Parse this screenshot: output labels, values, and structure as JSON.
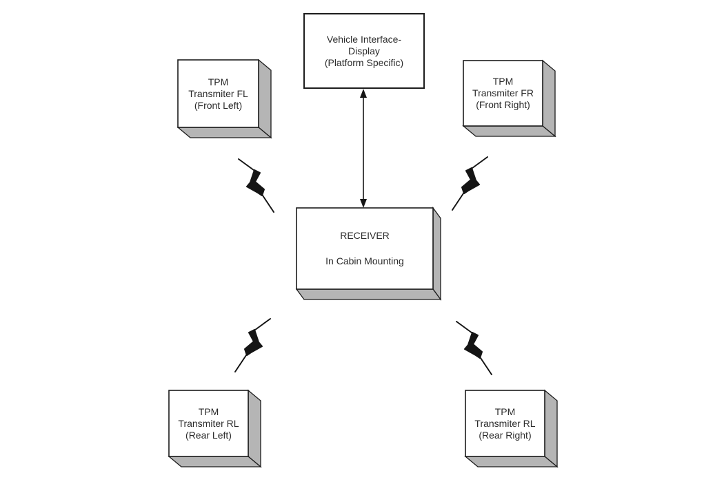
{
  "colors": {
    "background": "#ffffff",
    "box-fill": "#ffffff",
    "box-border": "#1c1c1c",
    "shadow-fill": "#b5b5b5",
    "line": "#151515",
    "text": "#2b2b2b"
  },
  "nodes": {
    "vehicle_interface_display": {
      "label": "Vehicle Interface-\nDisplay\n(Platform Specific)"
    },
    "receiver": {
      "title": "RECEIVER",
      "subtitle": "In Cabin Mounting"
    },
    "tpm_front_left": {
      "label": "TPM\nTransmiter FL\n(Front Left)"
    },
    "tpm_front_right": {
      "label": "TPM\nTransmiter FR\n(Front Right)"
    },
    "tpm_rear_left": {
      "label": "TPM\nTransmiter RL\n(Rear Left)"
    },
    "tpm_rear_right": {
      "label": "TPM\nTransmiter RL\n(Rear Right)"
    }
  }
}
